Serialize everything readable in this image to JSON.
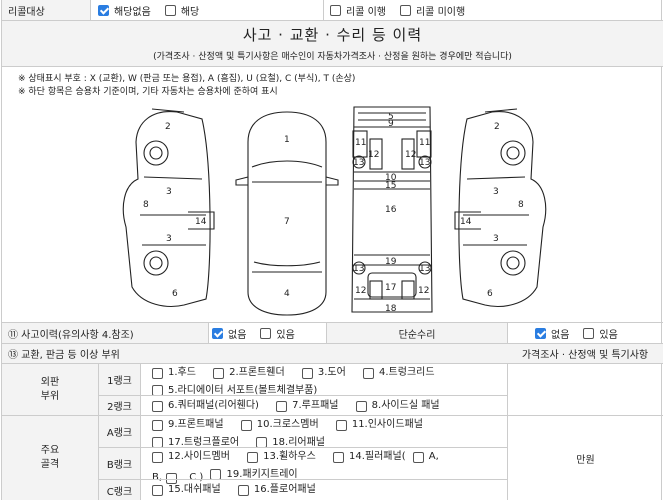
{
  "recall": {
    "label": "리콜대상",
    "opt_none": "해당없음",
    "opt_yes": "해당",
    "opt_done": "리콜 이행",
    "opt_notdone": "리콜 미이행"
  },
  "header": {
    "title": "사고 · 교환 · 수리 등 이력",
    "subtitle": "(가격조사 · 산정액 및 특기사항은 매수인이 자동차가격조사 · 산정을 원하는 경우에만 적습니다)"
  },
  "legend": {
    "line1": "※ 상태표시 부호 : X (교환), W (판금 또는 용접), A (흠집), U (요철), C (부식), T (손상)",
    "line2": "※ 하단 항목은 승용차 기준이며, 기타 자동차는 승용차에 준하여 표시"
  },
  "diagram": {
    "left_numbers": [
      "2",
      "3",
      "8",
      "14",
      "3",
      "6"
    ],
    "top_numbers": [
      "1",
      "7",
      "4"
    ],
    "under_numbers": [
      "5",
      "9",
      "11",
      "11",
      "12",
      "12",
      "13",
      "13",
      "10",
      "15",
      "16",
      "19",
      "13",
      "13",
      "12",
      "17",
      "12",
      "18"
    ],
    "right_numbers": [
      "2",
      "3",
      "8",
      "14",
      "3",
      "6"
    ]
  },
  "accident": {
    "label": "⑪ 사고이력(유의사항 4.참조)",
    "none": "없음",
    "yes": "있음",
    "simple_label": "단순수리",
    "simple_none": "없음",
    "simple_yes": "있음"
  },
  "parts_header": {
    "label": "⑬ 교환, 판금 등 이상 부위",
    "price_label": "가격조사 · 산정액 및 특기사항"
  },
  "groups": [
    {
      "name": "외판\n부위",
      "ranks": [
        {
          "rank": "1랭크",
          "items": [
            "1.후드",
            "2.프론트휀더",
            "3.도어",
            "4.트렁크리드",
            "5.라디에이터 서포트(볼트체결부품)"
          ]
        },
        {
          "rank": "2랭크",
          "items": [
            "6.쿼터패널(리어휀다)",
            "7.루프패널",
            "8.사이드실 패널"
          ]
        }
      ]
    },
    {
      "name": "주요\n골격",
      "ranks": [
        {
          "rank": "A랭크",
          "items": [
            "9.프론트패널",
            "10.크로스멤버",
            "11.인사이드패널",
            "17.트렁크플로어",
            "18.리어패널"
          ]
        },
        {
          "rank": "B랭크",
          "items": [
            "12.사이드멤버",
            "13.휠하우스",
            "14.필러패널(",
            "A,",
            "B,",
            "C )",
            "19.패키지트레이"
          ]
        },
        {
          "rank": "C랭크",
          "items": [
            "15.대쉬패널",
            "16.플로어패널"
          ]
        }
      ]
    }
  ],
  "price_unit": "만원"
}
